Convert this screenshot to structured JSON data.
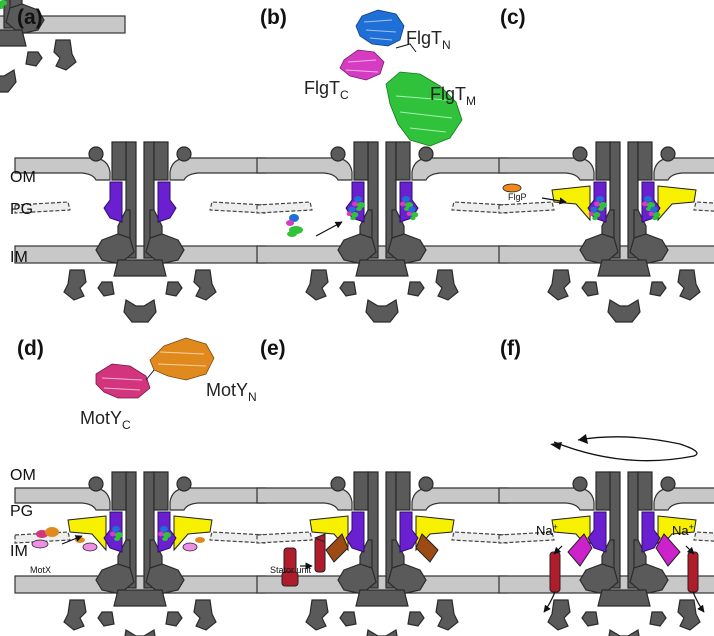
{
  "panels": [
    {
      "label": "(a)"
    },
    {
      "label": "(b)"
    },
    {
      "label": "(c)"
    },
    {
      "label": "(d)"
    },
    {
      "label": "(e)"
    },
    {
      "label": "(f)"
    }
  ],
  "membranes": {
    "om": "OM",
    "pg": "PG",
    "im": "IM"
  },
  "labels": {
    "flgt_n": "FlgT",
    "flgt_n_sub": "N",
    "flgt_c": "FlgT",
    "flgt_c_sub": "C",
    "flgt_m": "FlgT",
    "flgt_m_sub": "M",
    "flgp": "FlgP",
    "moty_n": "MotY",
    "moty_n_sub": "N",
    "moty_c": "MotY",
    "moty_c_sub": "C",
    "motx": "MotX",
    "stator": "Stator unit",
    "na_left": "Na",
    "na_right": "Na",
    "na_sup": "+"
  },
  "colors": {
    "membrane": "#c8c8c8",
    "motor_core": "#5a5a5a",
    "ms_ring": "#6a1fd0",
    "flgt_n": "#1f6fd6",
    "flgt_c": "#d63cc2",
    "flgt_m": "#2fc23a",
    "h_ring": "#f7f000",
    "flgp": "#f08a1c",
    "moty_n": "#e08a1e",
    "moty_c": "#d2357d",
    "motx": "#ee90e6",
    "stator": "#b01c2c",
    "stator_dock": "#9e4a14",
    "f_magenta": "#cc22cc"
  }
}
